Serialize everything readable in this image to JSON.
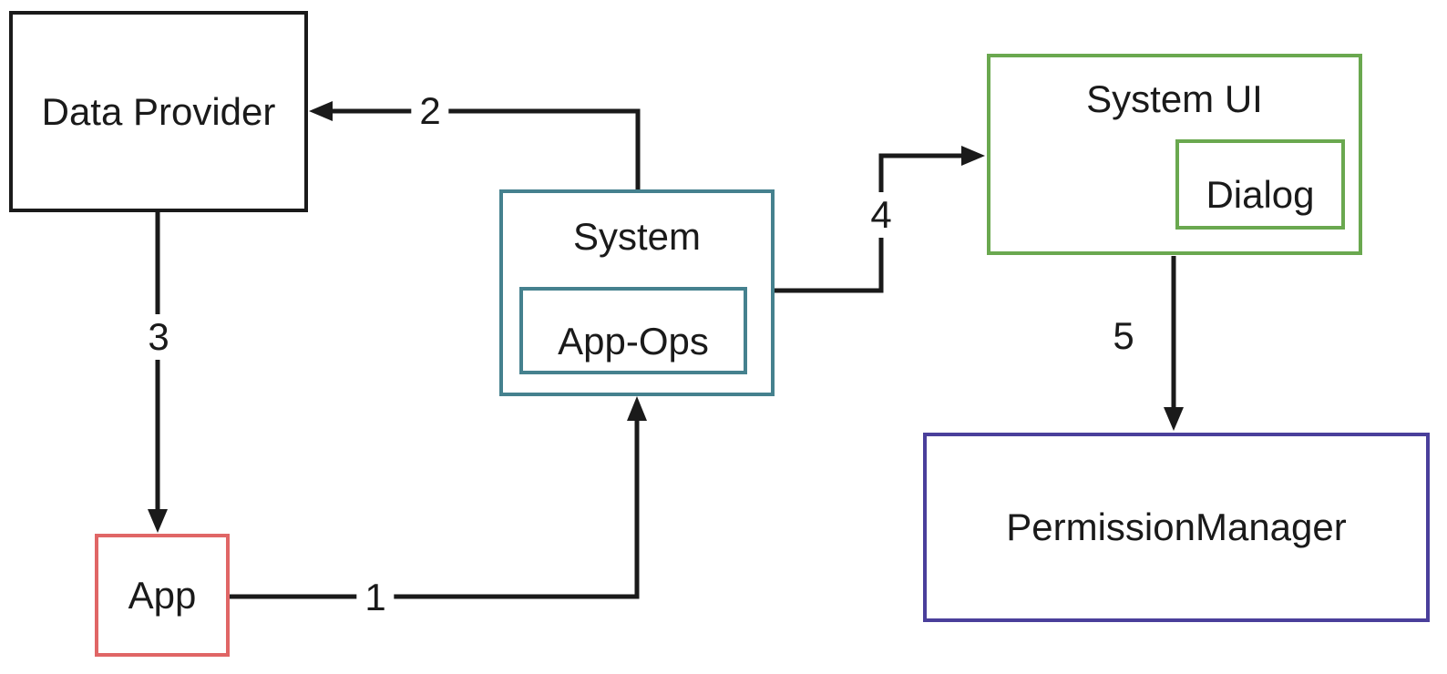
{
  "diagram": {
    "nodes": {
      "data_provider": {
        "label": "Data Provider",
        "border_color": "#1A1A1A"
      },
      "app": {
        "label": "App",
        "border_color": "#E06666"
      },
      "system": {
        "label": "System",
        "border_color": "#45818E"
      },
      "app_ops": {
        "label": "App-Ops",
        "border_color": "#45818E"
      },
      "system_ui": {
        "label": "System UI",
        "border_color": "#6AA84F"
      },
      "dialog": {
        "label": "Dialog",
        "border_color": "#6AA84F"
      },
      "permission_manager": {
        "label": "PermissionManager",
        "border_color": "#4A3F9B"
      }
    },
    "edges": {
      "e1": {
        "label": "1",
        "from": "App",
        "to": "System"
      },
      "e2": {
        "label": "2",
        "from": "System",
        "to": "Data Provider"
      },
      "e3": {
        "label": "3",
        "from": "Data Provider",
        "to": "App"
      },
      "e4": {
        "label": "4",
        "from": "System",
        "to": "System UI"
      },
      "e5": {
        "label": "5",
        "from": "System UI",
        "to": "PermissionManager"
      }
    },
    "colors": {
      "line": "#1A1A1A",
      "background": "#FFFFFF"
    }
  }
}
